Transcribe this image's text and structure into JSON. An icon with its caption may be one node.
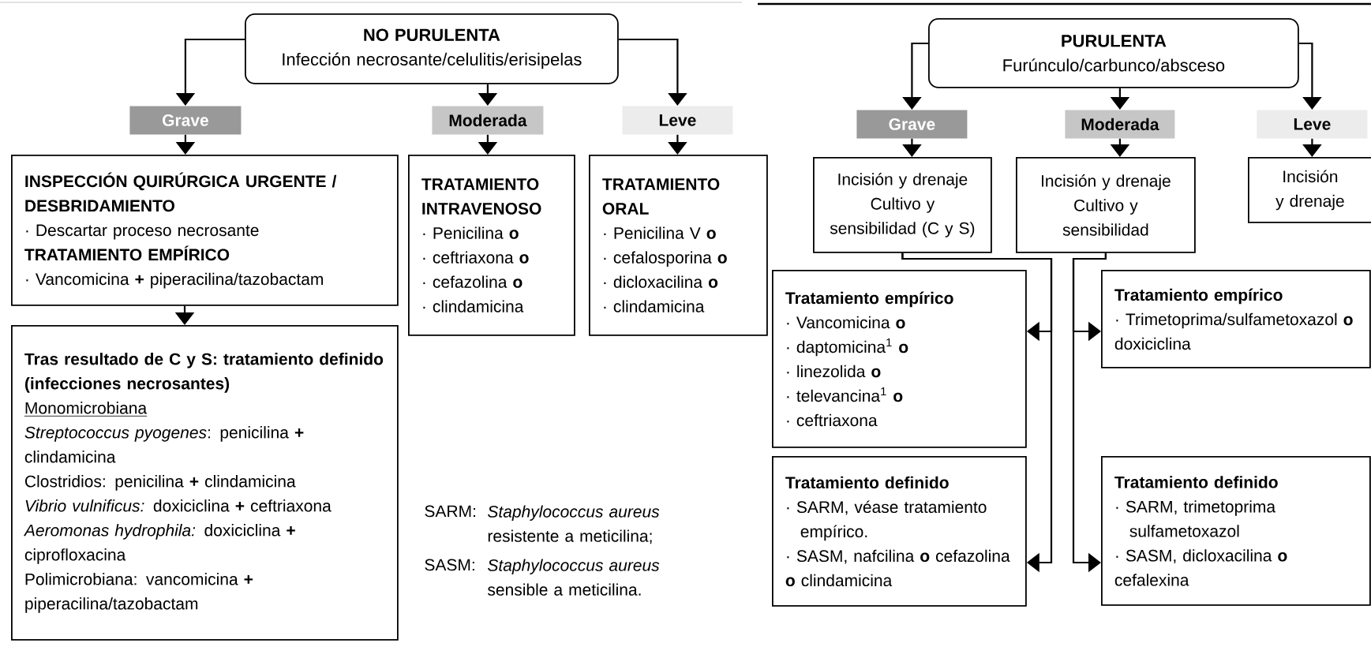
{
  "diagram": {
    "nodes": [
      {
        "text": [
          "NO PURULENTA",
          "Infección necrosante/celulitis/erisipelas"
        ]
      },
      {
        "text": [
          "Grave"
        ]
      },
      {
        "text": [
          "Moderada"
        ]
      },
      {
        "text": [
          "Leve"
        ]
      },
      {
        "text": [
          "INSPECCIÓN QUIRÚRGICA URGENTE / DESBRIDAMIENTO",
          "· Descartar proceso necrosante",
          "TRATAMIENTO EMPÍRICO",
          "· Vancomicina **+** piperacilina/tazobactam"
        ]
      },
      {
        "text": [
          "TRATAMIENTO INTRAVENOSO",
          "· Penicilina **o**",
          "· ceftriaxona **o**",
          "· cefazolina **o**",
          "· clindamicina"
        ]
      },
      {
        "text": [
          "TRATAMIENTO ORAL",
          "· Penicilina V **o**",
          "· cefalosporina **o**",
          "· dicloxacilina **o**",
          "· clindamicina"
        ]
      },
      {
        "text": [
          "Tras resultado de C y S: tratamiento definido (infecciones necrosantes)",
          "Monomicrobiana",
          "*Streptococcus pyogenes*: penicilina **+** clindamicina",
          "Clostridios: penicilina **+** clindamicina",
          "*Vibrio vulnificus:* doxiciclina **+** ceftriaxona",
          "*Aeromonas hydrophila:* doxiciclina **+** ciprofloxacina",
          "Polimicrobiana: vancomicina **+** piperacilina/tazobactam"
        ]
      },
      {
        "text": [
          "PURULENTA",
          "Furúnculo/carbunco/absceso"
        ]
      },
      {
        "text": [
          "Grave"
        ]
      },
      {
        "text": [
          "Moderada"
        ]
      },
      {
        "text": [
          "Leve"
        ]
      },
      {
        "text": [
          "Incisión y drenaje",
          "Cultivo y sensibilidad (C y S)"
        ]
      },
      {
        "text": [
          "Incisión y drenaje",
          "Cultivo y sensibilidad"
        ]
      },
      {
        "text": [
          "Incisión y drenaje"
        ]
      },
      {
        "text": [
          "Tratamiento empírico",
          "· Vancomicina **o**",
          "· daptomicina$^{1}$ **o**",
          "· linezolida **o**",
          "· televancina$^{1}$ **o**",
          "· ceftriaxona"
        ]
      },
      {
        "text": [
          "Tratamiento empírico",
          "· Trimetoprima/sulfametoxazol **o** doxiciclina"
        ]
      },
      {
        "text": [
          "Tratamiento definido",
          "· SARM, véase tratamiento empírico.",
          "· SASM, nafcilina **o** cefazolina **o** clindamicina"
        ]
      },
      {
        "text": [
          "Tratamiento definido",
          "· SARM, trimetoprima sulfametoxazol",
          "· SASM, dicloxacilina **o** cefalexina"
        ]
      }
    ],
    "edges": [
      {
        "from": 0,
        "to": 1,
        "arrow": "to"
      },
      {
        "from": 0,
        "to": 2,
        "arrow": "to"
      },
      {
        "from": 0,
        "to": 3,
        "arrow": "to"
      },
      {
        "from": 1,
        "to": 4,
        "arrow": "to"
      },
      {
        "from": 2,
        "to": 5,
        "arrow": "to"
      },
      {
        "from": 3,
        "to": 6,
        "arrow": "to"
      },
      {
        "from": 4,
        "to": 7,
        "arrow": "to"
      },
      {
        "from": 8,
        "to": 9,
        "arrow": "to"
      },
      {
        "from": 8,
        "to": 10,
        "arrow": "to"
      },
      {
        "from": 8,
        "to": 11,
        "arrow": "to"
      },
      {
        "from": 9,
        "to": 12,
        "arrow": "to"
      },
      {
        "from": 10,
        "to": 13,
        "arrow": "to"
      },
      {
        "from": 11,
        "to": 14,
        "arrow": "to"
      },
      {
        "from": 12,
        "to": 15,
        "arrow": "to"
      },
      {
        "from": 12,
        "to": 17,
        "arrow": "to"
      },
      {
        "from": 13,
        "to": 16,
        "arrow": "to"
      },
      {
        "from": 13,
        "to": 18,
        "arrow": "to"
      }
    ],
    "labels": [
      "SARM:",
      "*Staphylococcus aureus* resistente a meticilina;",
      "SASM:",
      "*Staphylococcus aureus* sensible a meticilina."
    ]
  }
}
